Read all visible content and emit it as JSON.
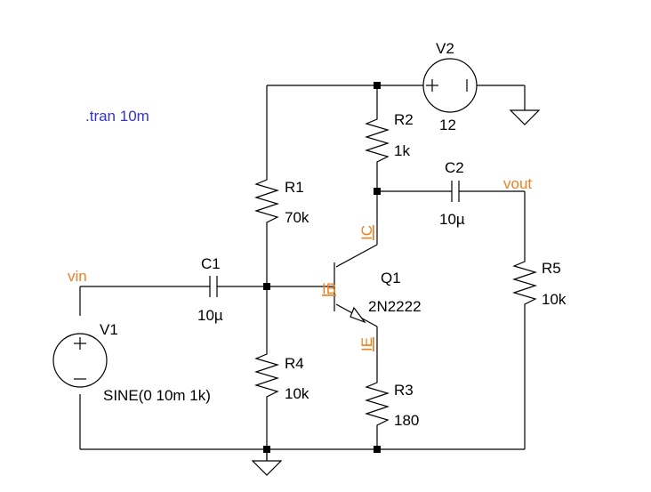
{
  "spice_directive": ".tran 10m",
  "nets": {
    "vin": "vin",
    "vout": "vout"
  },
  "current_labels": {
    "ic": "IC",
    "ib": "IB",
    "ie": "IE"
  },
  "components": {
    "v1": {
      "name": "V1",
      "value": "SINE(0 10m 1k)"
    },
    "v2": {
      "name": "V2",
      "value": "12"
    },
    "r1": {
      "name": "R1",
      "value": "70k"
    },
    "r2": {
      "name": "R2",
      "value": "1k"
    },
    "r3": {
      "name": "R3",
      "value": "180"
    },
    "r4": {
      "name": "R4",
      "value": "10k"
    },
    "r5": {
      "name": "R5",
      "value": "10k"
    },
    "c1": {
      "name": "C1",
      "value": "10µ"
    },
    "c2": {
      "name": "C2",
      "value": "10µ"
    },
    "q1": {
      "name": "Q1",
      "value": "2N2222"
    }
  },
  "colors": {
    "wire": "#000000",
    "net_label": "#f07f1f",
    "directive": "#3434d6"
  }
}
